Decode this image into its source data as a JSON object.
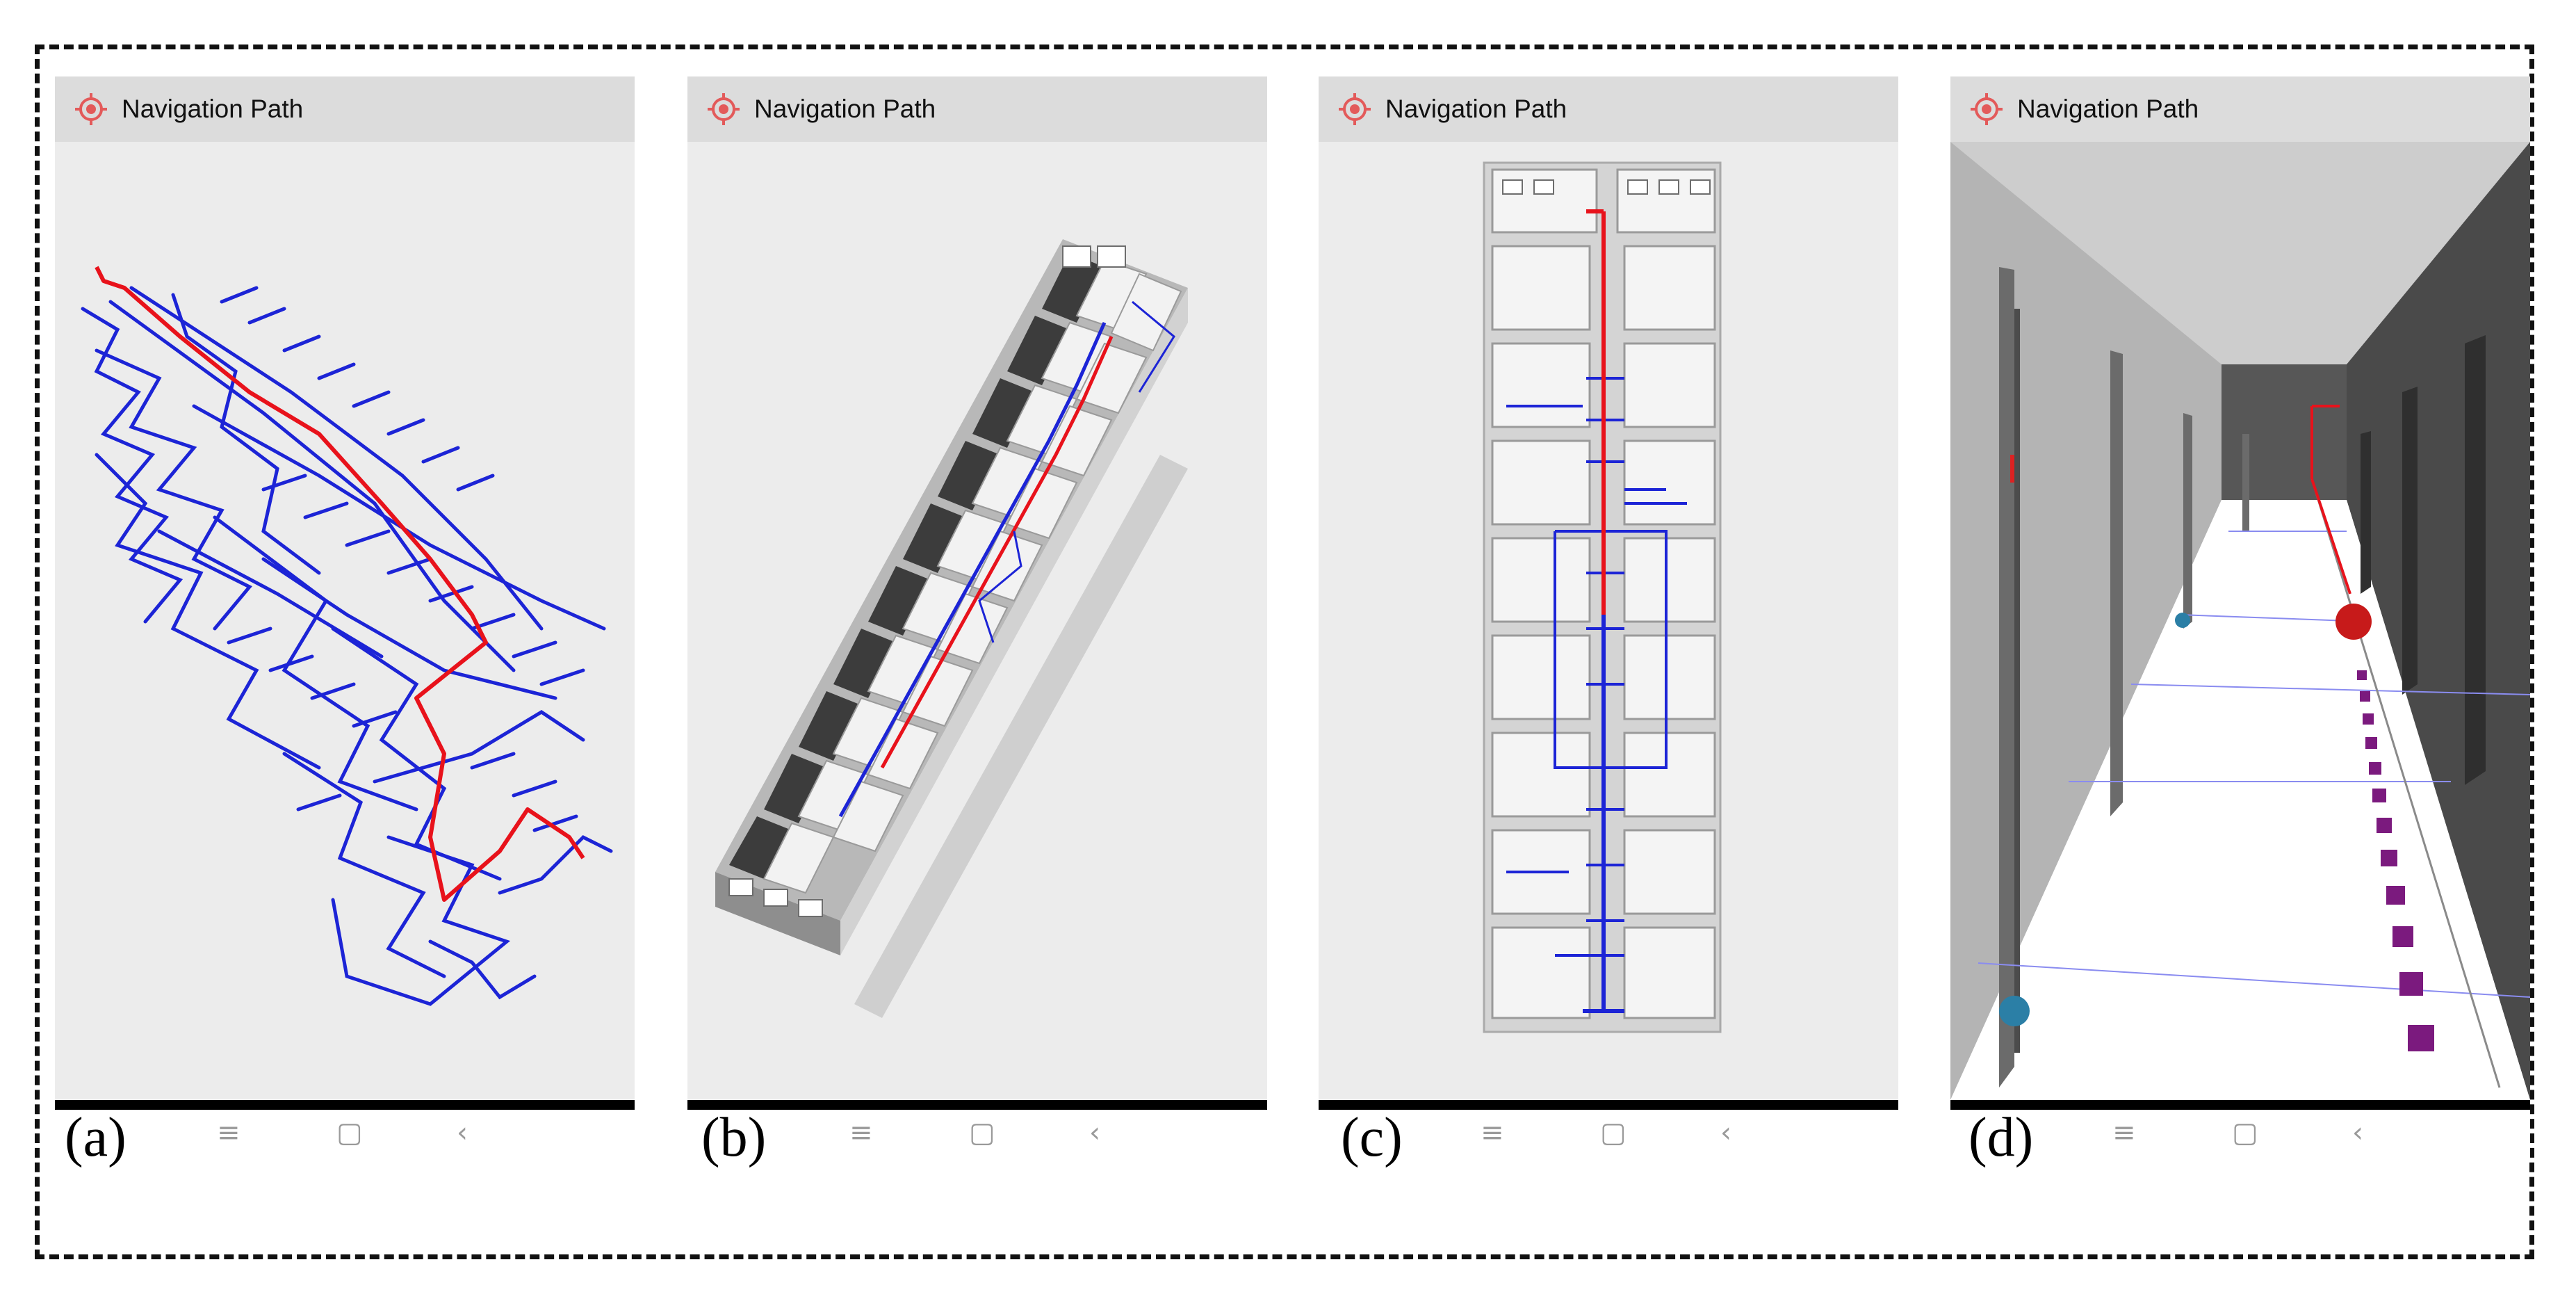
{
  "panels": [
    {
      "caption": "(a)",
      "title": "Navigation Path",
      "view": "network"
    },
    {
      "caption": "(b)",
      "title": "Navigation Path",
      "view": "isometric"
    },
    {
      "caption": "(c)",
      "title": "Navigation Path",
      "view": "topdown"
    },
    {
      "caption": "(d)",
      "title": "Navigation Path",
      "view": "corridor"
    }
  ],
  "navbar": {
    "menu_glyph": "≡",
    "home_glyph": "▢",
    "back_glyph": "‹"
  },
  "icons": {
    "header": "target-location-icon"
  },
  "colors": {
    "path_red": "#e8121b",
    "network_blue": "#1c24d6",
    "header_bg": "#dcdcdc",
    "view_bg": "#ececec",
    "marker_purple": "#7b1a7e"
  }
}
